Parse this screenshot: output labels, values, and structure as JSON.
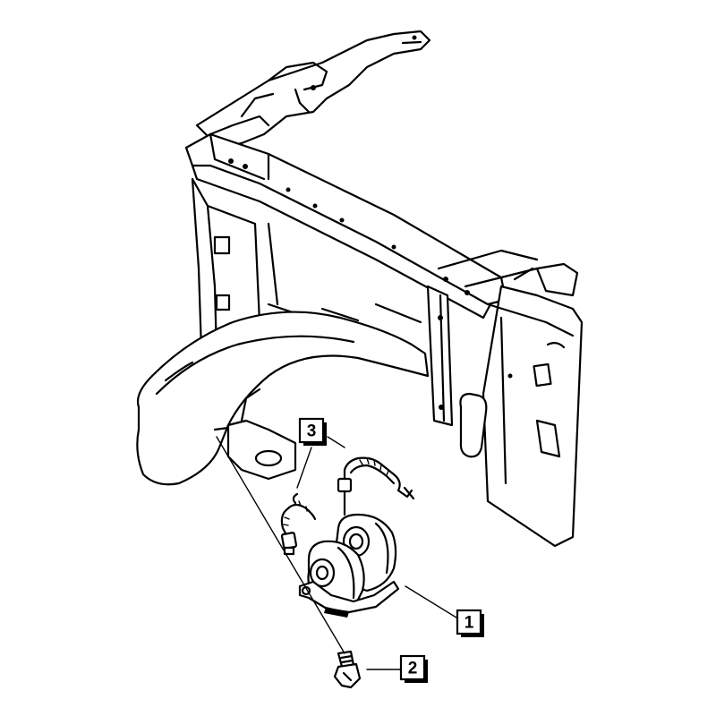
{
  "callouts": [
    {
      "id": "callout-1",
      "text": "1"
    },
    {
      "id": "callout-2",
      "text": "2"
    },
    {
      "id": "callout-3",
      "text": "3"
    }
  ]
}
